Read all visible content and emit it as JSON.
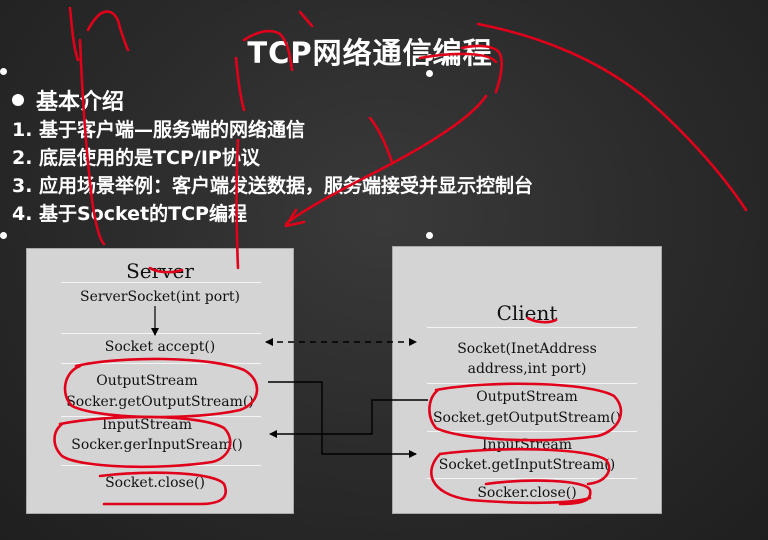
{
  "title": "TCP网络通信编程",
  "intro": {
    "heading": "基本介绍",
    "items": [
      "1. 基于客户端—服务端的网络通信",
      "2. 底层使用的是TCP/IP协议",
      "3. 应用场景举例：客户端发送数据，服务端接受并显示控制台",
      "4. 基于Socket的TCP编程"
    ]
  },
  "server": {
    "name": "Server",
    "server_socket": "ServerSocket(int port)",
    "accept": "Socket accept()",
    "output_stream": "OutputStream",
    "get_output": "Socker.getOutputStream()",
    "input_stream": "InputStream",
    "get_input": "Socker.gerInputSream()",
    "close": "Socket.close()"
  },
  "client": {
    "name": "Client",
    "socket_line1": "Socket(InetAddress",
    "socket_line2": "address,int port)",
    "output_stream": "OutputStream",
    "get_output": "Socket.getOutputStream()",
    "input_stream": "InputStream",
    "get_input": "Socket.getInputStream()",
    "close": "Socker.close()"
  },
  "colors": {
    "annotation": "#e0001a",
    "box_fill": "#d4d4d4",
    "text_light": "#ffffff"
  }
}
